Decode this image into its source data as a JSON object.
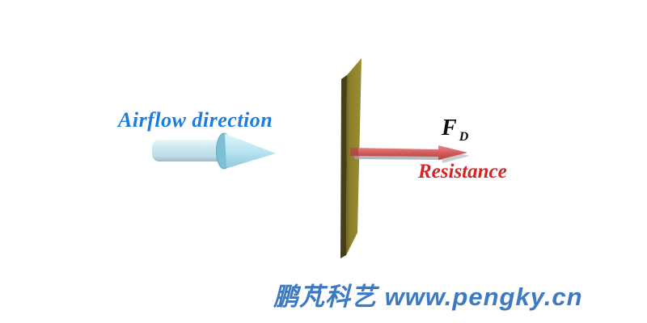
{
  "labels": {
    "airflow_direction": "Airflow direction",
    "force_symbol": "F",
    "force_subscript": "D",
    "resistance": "Resistance",
    "watermark": "鹏芃科艺 www.pengky.cn"
  },
  "colors": {
    "airflow_label": "#1a7ee0",
    "airflow_arrow_light": "#cde9f1",
    "airflow_arrow_dark": "#9fbcc8",
    "plate_front": "#998c32",
    "plate_side": "#45401a",
    "drag_arrow": "#d96060",
    "drag_arrow_shadow": "#9fa0a8",
    "force_label": "#0d0d0d",
    "resistance_label": "#d62424",
    "watermark": "#3d7ac2",
    "background": "#ffffff"
  }
}
